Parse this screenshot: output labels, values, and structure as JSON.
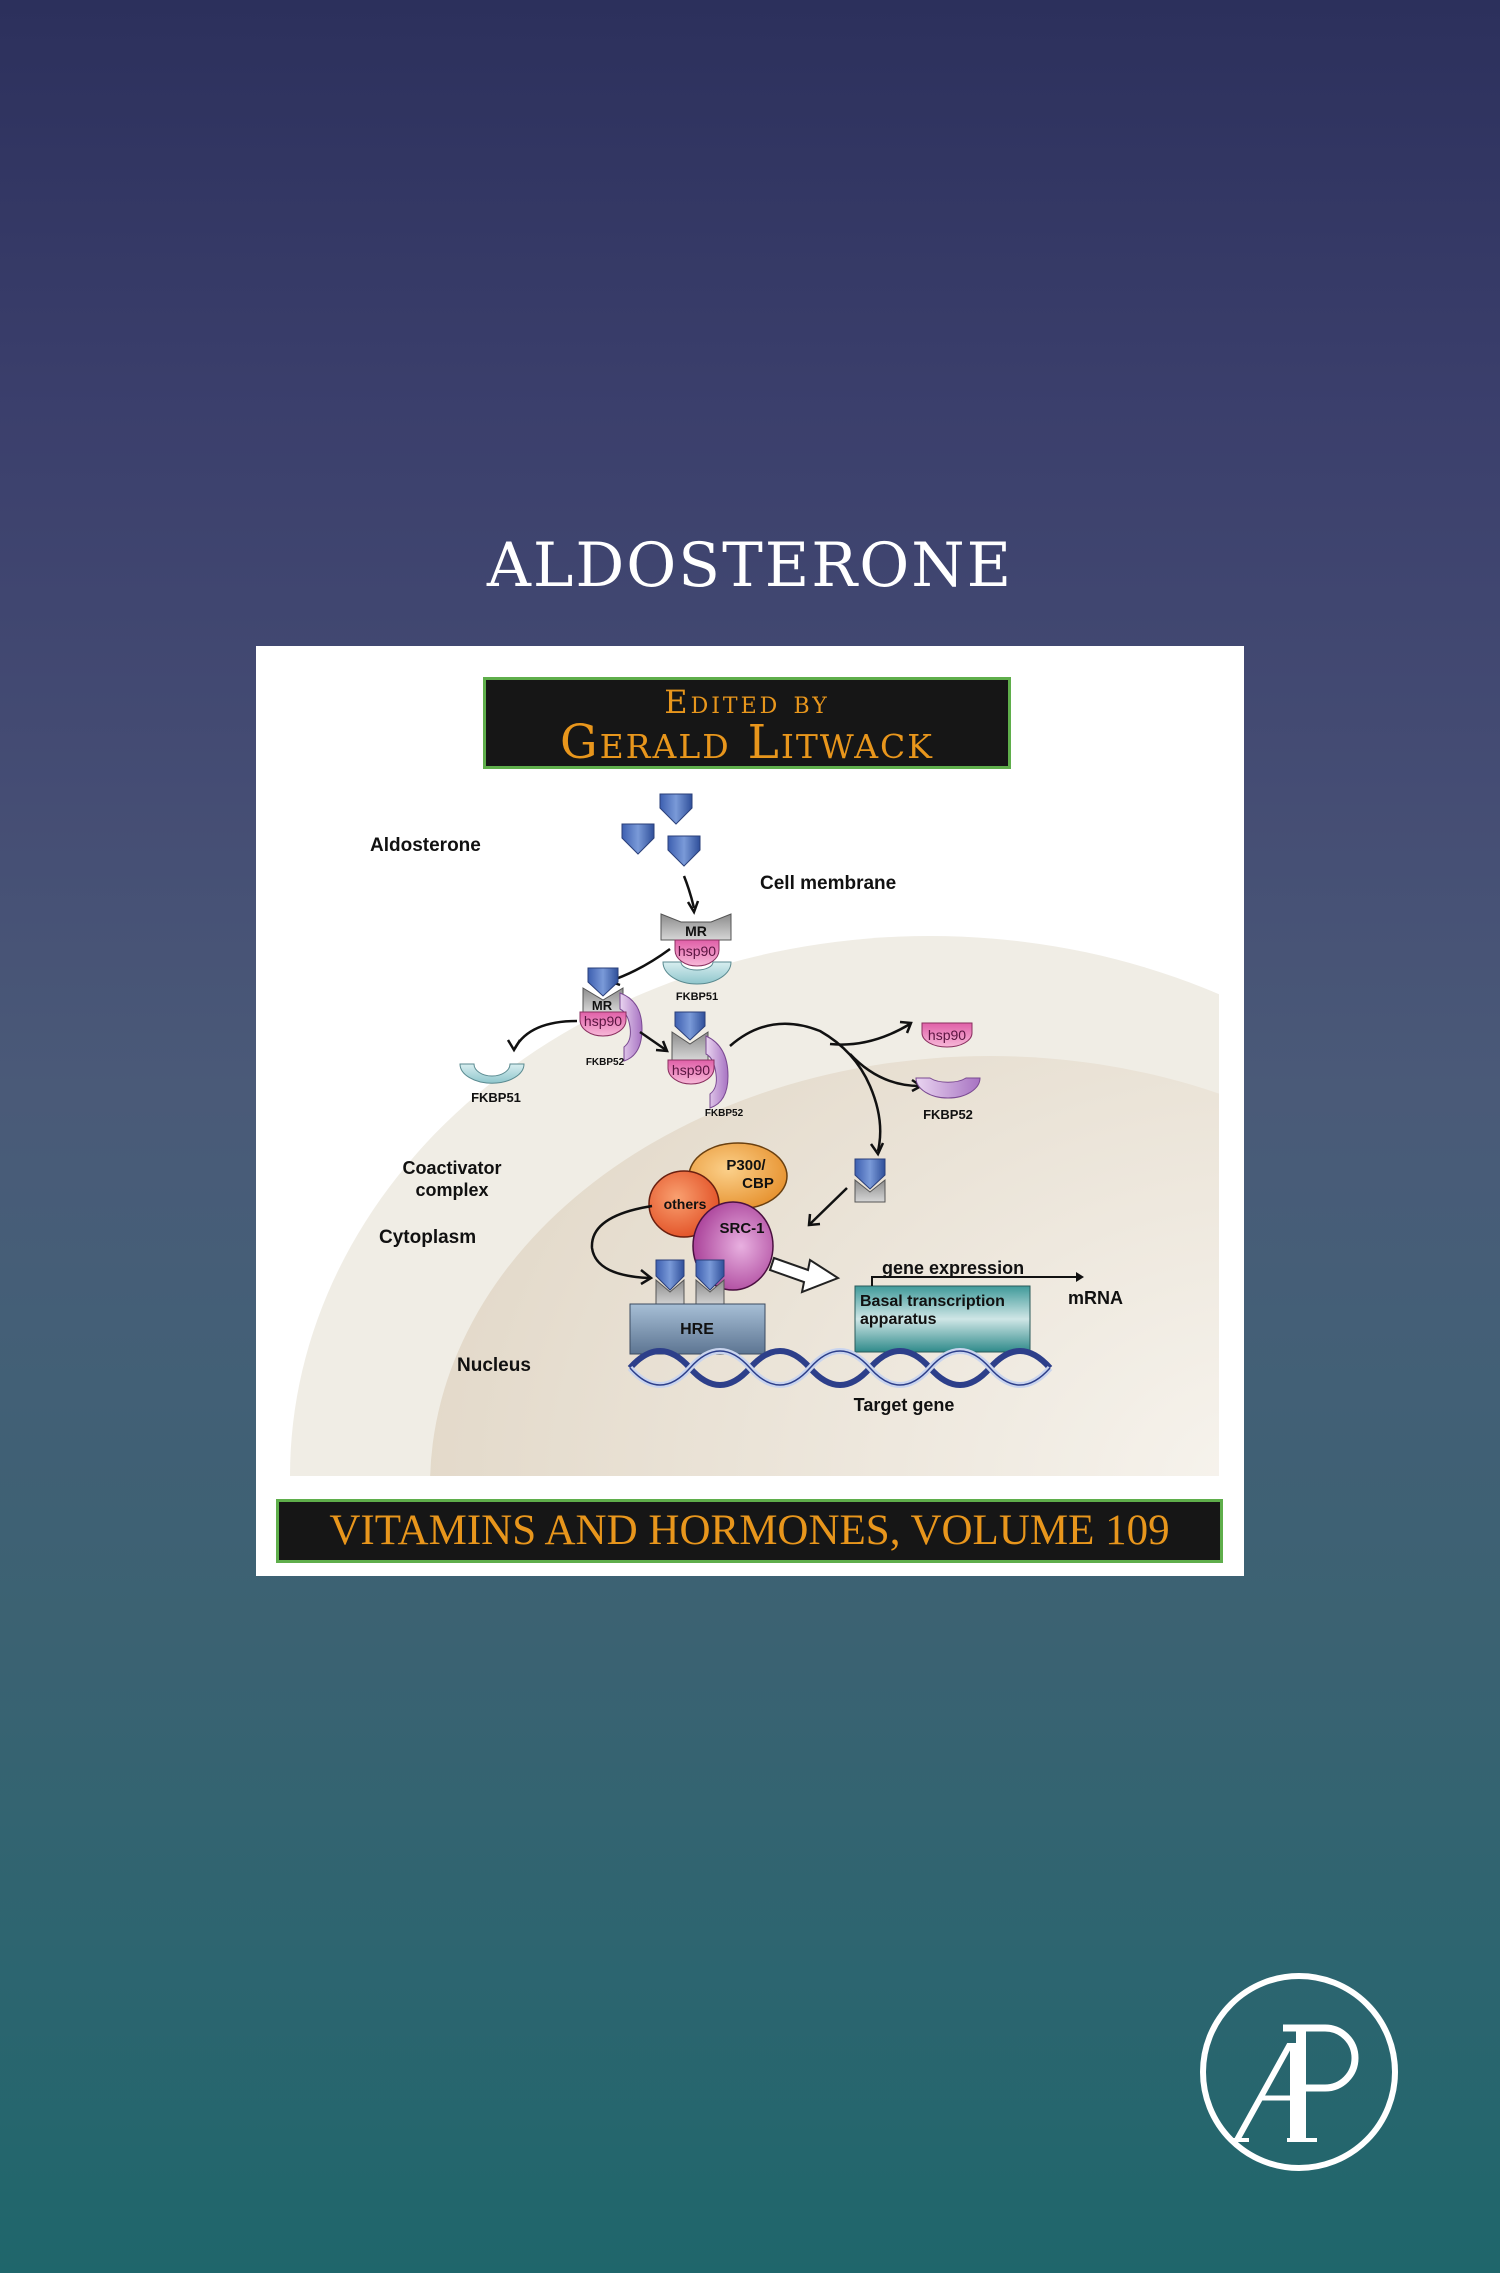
{
  "cover": {
    "title": "ALDOSTERONE",
    "editor_line1": "Edited by",
    "editor_line2": "Gerald Litwack",
    "series": "VITAMINS AND HORMONES, VOLUME 109",
    "publisher_logo": "AP",
    "colors": {
      "background_top": "#2c305c",
      "background_bottom": "#1f666b",
      "banner_bg": "#161616",
      "banner_text": "#e8961c",
      "banner_border": "#5fae4b"
    }
  },
  "diagram": {
    "labels": {
      "aldosterone": "Aldosterone",
      "cell_membrane": "Cell membrane",
      "cytoplasm": "Cytoplasm",
      "nucleus": "Nucleus",
      "mr": "MR",
      "hsp90": "hsp90",
      "fkbp51": "FKBP51",
      "fkbp52": "FKBP52",
      "coactivator_line1": "Coactivator",
      "coactivator_line2": "complex",
      "p300_line1": "P300/",
      "p300_line2": "CBP",
      "others": "others",
      "src1": "SRC-1",
      "hre": "HRE",
      "gene_expression": "gene expression",
      "mrna": "mRNA",
      "basal_line1": "Basal transcription",
      "basal_line2": "apparatus",
      "target_gene": "Target gene"
    }
  }
}
